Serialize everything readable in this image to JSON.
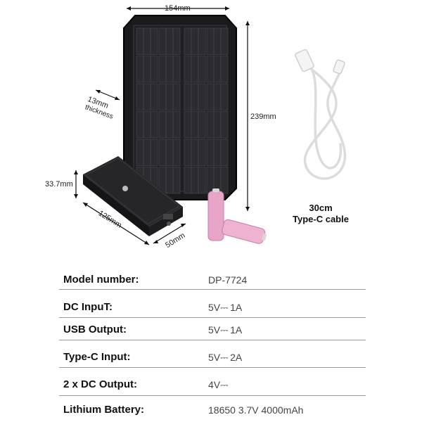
{
  "dimensions": {
    "panel_width": "154mm",
    "panel_height": "239mm",
    "panel_thickness": "13mm",
    "thickness_word": "thickness",
    "box_height": "33.7mm",
    "box_length": "125mm",
    "box_depth": "50mm"
  },
  "cable": {
    "length": "30cm",
    "type": "Type-C cable"
  },
  "specs": [
    {
      "label": "Model number:",
      "value": "DP-7724"
    },
    {
      "label": "DC InpuT:",
      "value": "5V⎓ 1A"
    },
    {
      "label": "USB Output:",
      "value": "5V⎓ 1A"
    },
    {
      "label": "Type-C Input:",
      "value": "5V⎓ 2A"
    },
    {
      "label": "2 x DC Output:",
      "value": "4V⎓"
    },
    {
      "label": "Lithium Battery:",
      "value": "18650 3.7V 4000mAh"
    }
  ],
  "colors": {
    "panel": "#1c1c1e",
    "cell": "#2c2c30",
    "battery": "#e8a5c8",
    "row_line": "#9a9a9a"
  }
}
